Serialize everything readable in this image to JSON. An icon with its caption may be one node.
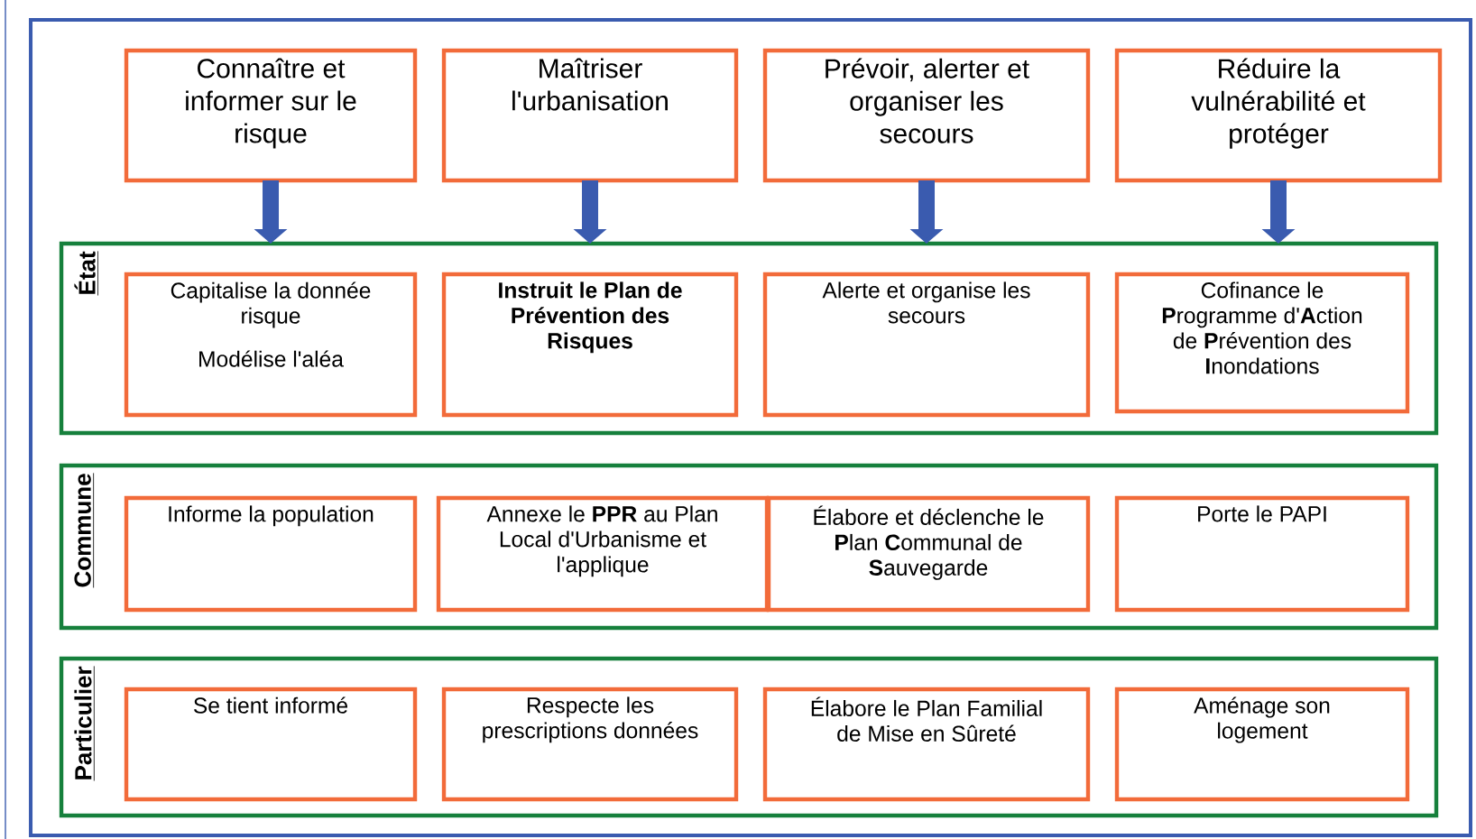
{
  "diagram": {
    "nodes": [
      {
        "text": [],
        "shape": "box"
      },
      {
        "text": [
          "Connaître et informer sur le risque"
        ],
        "in": 0
      },
      {
        "text": [
          "Maîtriser l'urbanisation"
        ],
        "in": 0
      },
      {
        "text": [
          "Prévoir, alerter et organiser les secours"
        ],
        "in": 0
      },
      {
        "text": [
          "Réduire la vulnérabilité et protéger"
        ],
        "in": 0
      },
      {
        "text": [
          "État"
        ],
        "in": 0
      },
      {
        "text": [
          "Capitalise la donnée risque",
          "Modélise l'aléa"
        ],
        "in": 5
      },
      {
        "text": [
          "Instruit le Plan de Prévention des Risques"
        ],
        "in": 5
      },
      {
        "text": [
          "Alerte et organise les secours"
        ],
        "in": 5
      },
      {
        "text": [
          "Cofinance le **P**rogramme d'**A**ction de **P**révention des **I**nondations"
        ],
        "in": 5
      },
      {
        "text": [
          "Commune"
        ],
        "in": 0
      },
      {
        "text": [
          "Informe la population"
        ],
        "in": 10
      },
      {
        "text": [
          "Annexe le **PPR** au Plan Local d'Urbanisme et l'applique"
        ],
        "in": 10
      },
      {
        "text": [
          "Élabore et déclenche le **P**lan **C**ommunal de **S**auvegarde"
        ],
        "in": 10
      },
      {
        "text": [
          "Porte le PAPI"
        ],
        "in": 10
      },
      {
        "text": [
          "Particulier"
        ],
        "in": 0
      },
      {
        "text": [
          "Se tient informé"
        ],
        "in": 15
      },
      {
        "text": [
          "Respecte les prescriptions données"
        ],
        "in": 15
      },
      {
        "text": [
          "Élabore le Plan Familial de Mise en Sûreté"
        ],
        "in": 15
      },
      {
        "text": [
          "Aménage son logement"
        ],
        "in": 15
      }
    ],
    "edges": [
      {
        "from": 1,
        "to": 5,
        "arrow": "to"
      },
      {
        "from": 2,
        "to": 5,
        "arrow": "to"
      },
      {
        "from": 3,
        "to": 5,
        "arrow": "to"
      },
      {
        "from": 4,
        "to": 5,
        "arrow": "to"
      }
    ]
  }
}
